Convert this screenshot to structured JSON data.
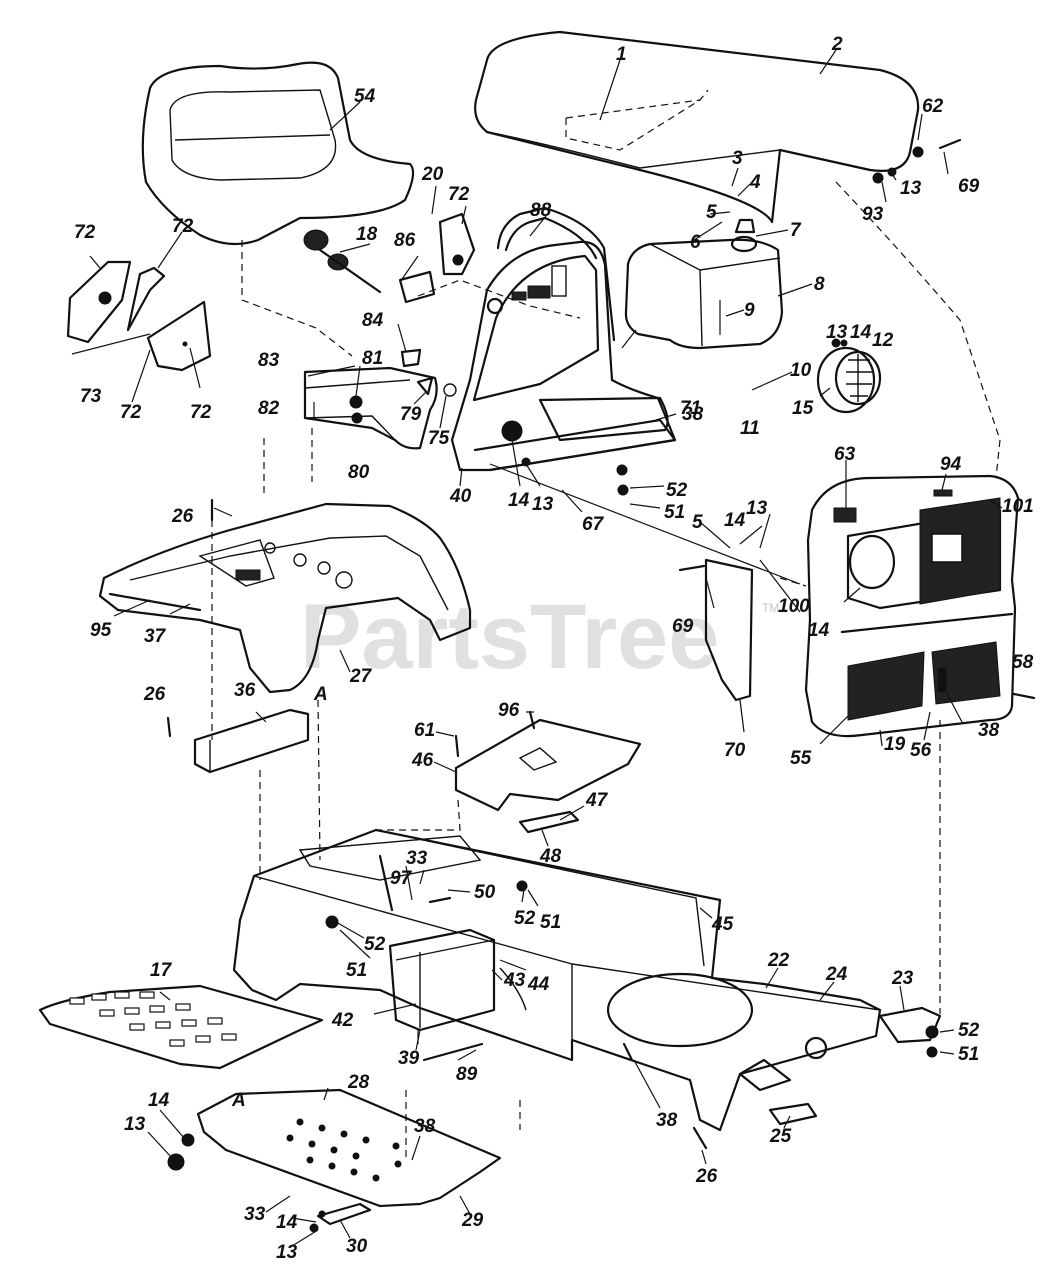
{
  "watermark": {
    "text": "PartsTree",
    "trademark": "TM"
  },
  "callouts": {
    "c1": "1",
    "c2": "2",
    "c3": "3",
    "c4": "4",
    "c5": "5",
    "c6": "6",
    "c7": "7",
    "c8": "8",
    "c9": "9",
    "c10": "10",
    "c11": "11",
    "c12": "12",
    "c13": "13",
    "c14": "14",
    "c15": "15",
    "c17": "17",
    "c18": "18",
    "c19": "19",
    "c20": "20",
    "c22": "22",
    "c23": "23",
    "c24": "24",
    "c25": "25",
    "c26": "26",
    "c27": "27",
    "c28": "28",
    "c29": "29",
    "c30": "30",
    "c33": "33",
    "c36": "36",
    "c37": "37",
    "c38": "38",
    "c39": "39",
    "c40": "40",
    "c42": "42",
    "c43": "43",
    "c44": "44",
    "c45": "45",
    "c46": "46",
    "c47": "47",
    "c48": "48",
    "c50": "50",
    "c51": "51",
    "c52": "52",
    "c54": "54",
    "c55": "55",
    "c56": "56",
    "c58": "58",
    "c61": "61",
    "c62": "62",
    "c63": "63",
    "c67": "67",
    "c69": "69",
    "c70": "70",
    "c71": "71",
    "c72": "72",
    "c73": "73",
    "c75": "75",
    "c79": "79",
    "c80": "80",
    "c81": "81",
    "c82": "82",
    "c83": "83",
    "c84": "84",
    "c86": "86",
    "c88": "88",
    "c89": "89",
    "c93": "93",
    "c94": "94",
    "c95": "95",
    "c96": "96",
    "c97": "97",
    "c100": "100",
    "c101": "101",
    "A": "A"
  }
}
